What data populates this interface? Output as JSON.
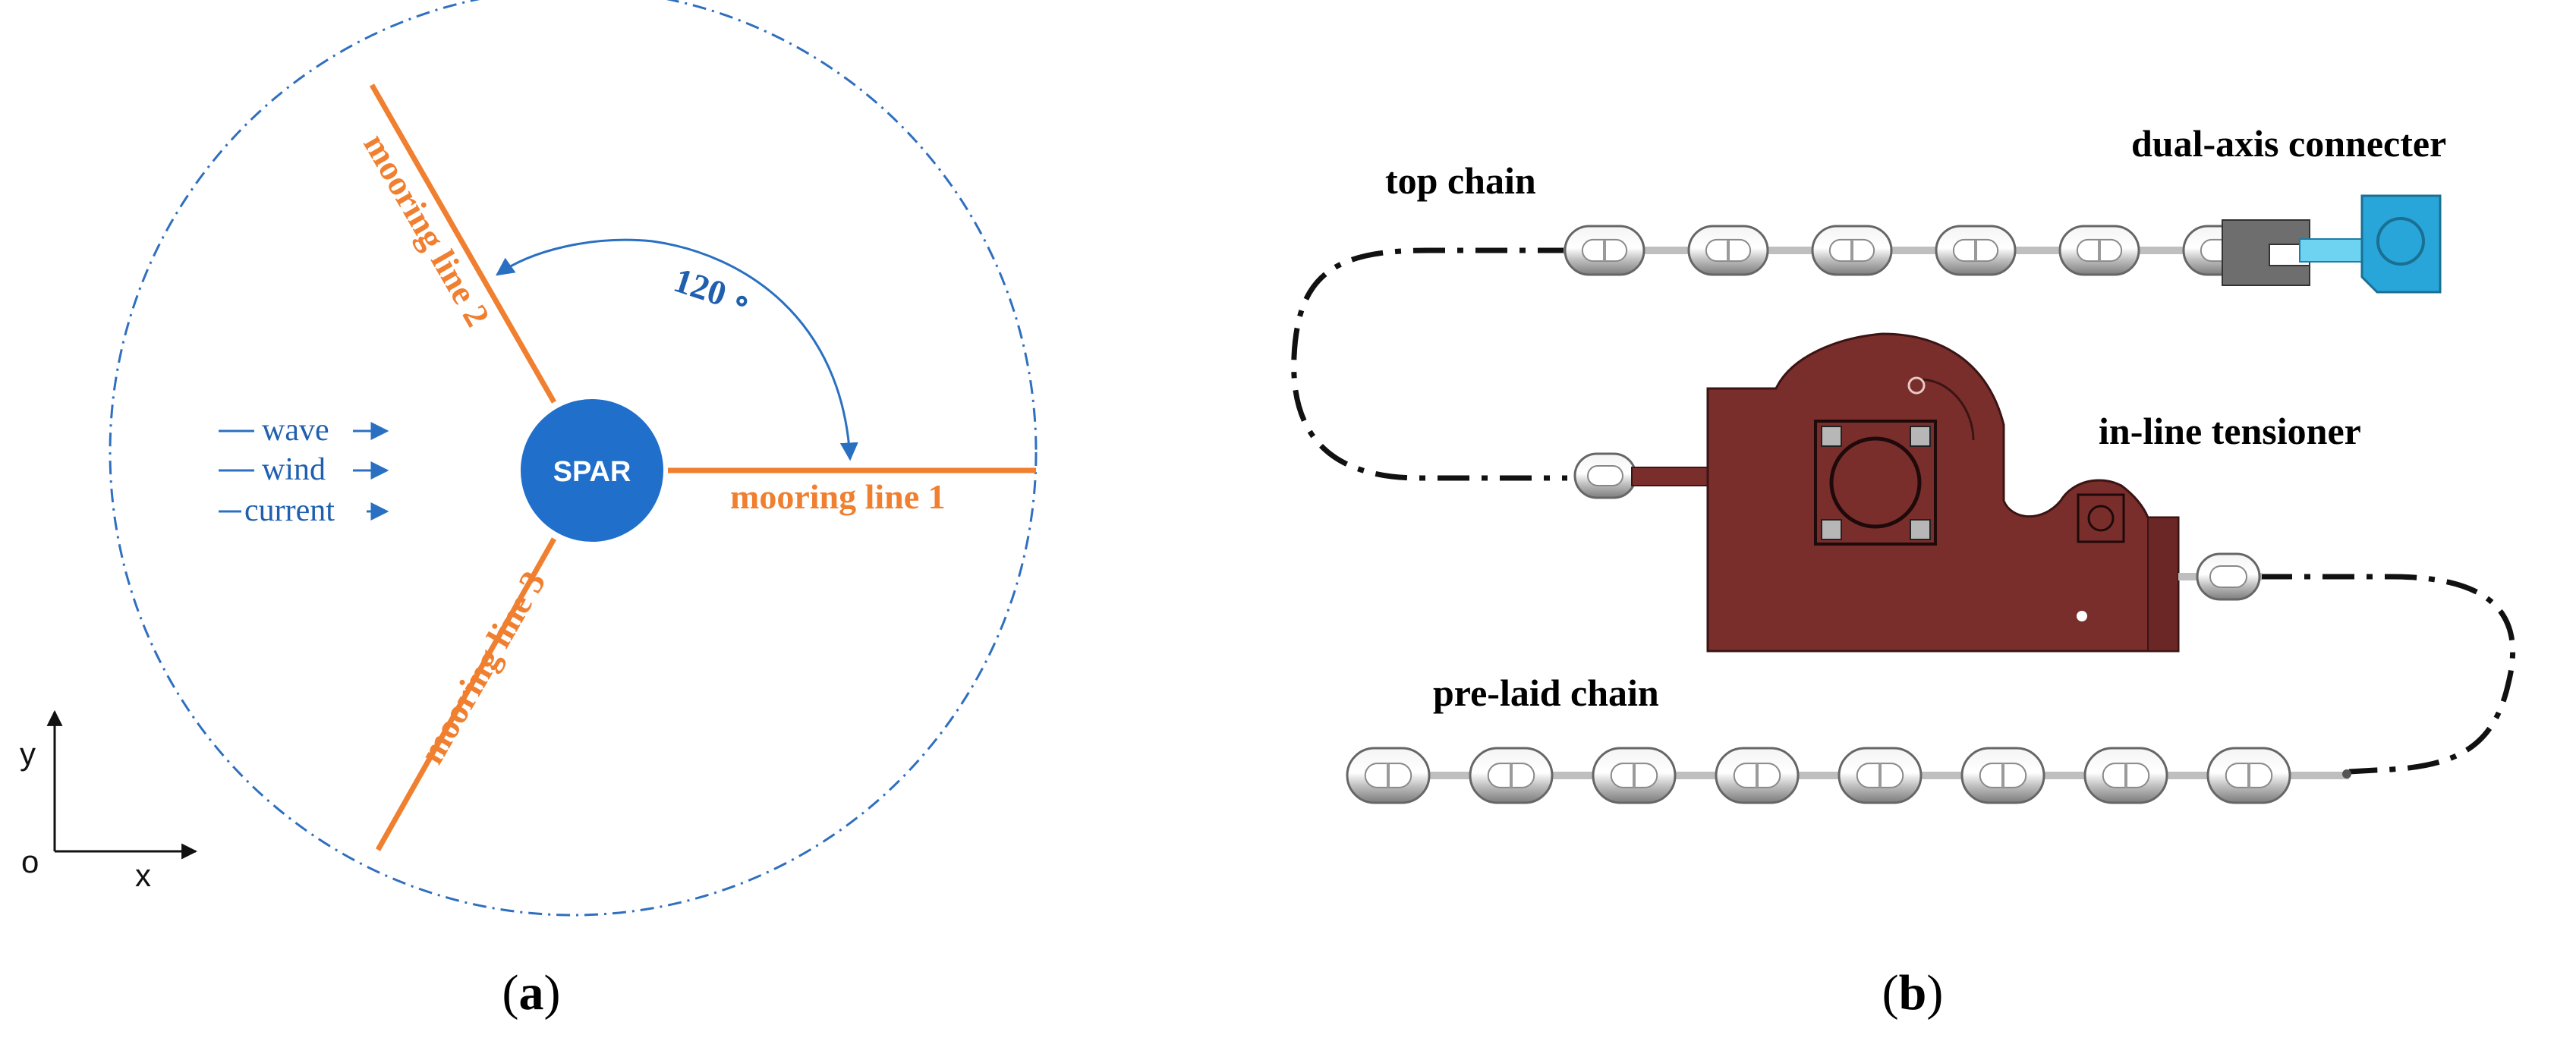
{
  "panel_a": {
    "center_label": "SPAR",
    "line1": "mooring line 1",
    "line2": "mooring line 2",
    "line3": "mooring line 3",
    "angle": "120 ∘",
    "env": [
      "wave",
      "wind",
      "current"
    ],
    "axis_y": "y",
    "axis_x": "x",
    "origin": "o",
    "caption_open": "(",
    "caption_letter": "a",
    "caption_close": ")"
  },
  "panel_b": {
    "top_chain": "top chain",
    "connector": "dual-axis connecter",
    "tensioner": "in-line tensioner",
    "prelaid": "pre-laid chain",
    "caption_open": "(",
    "caption_letter": "b",
    "caption_close": ")"
  },
  "colors": {
    "mooring": "#f07f2f",
    "spar": "#1f6fcb",
    "blue_text": "#1f5fae",
    "tensioner": "#7a2e2c",
    "connector_blue": "#29a6d9",
    "connector_gray": "#6e6e6e"
  }
}
